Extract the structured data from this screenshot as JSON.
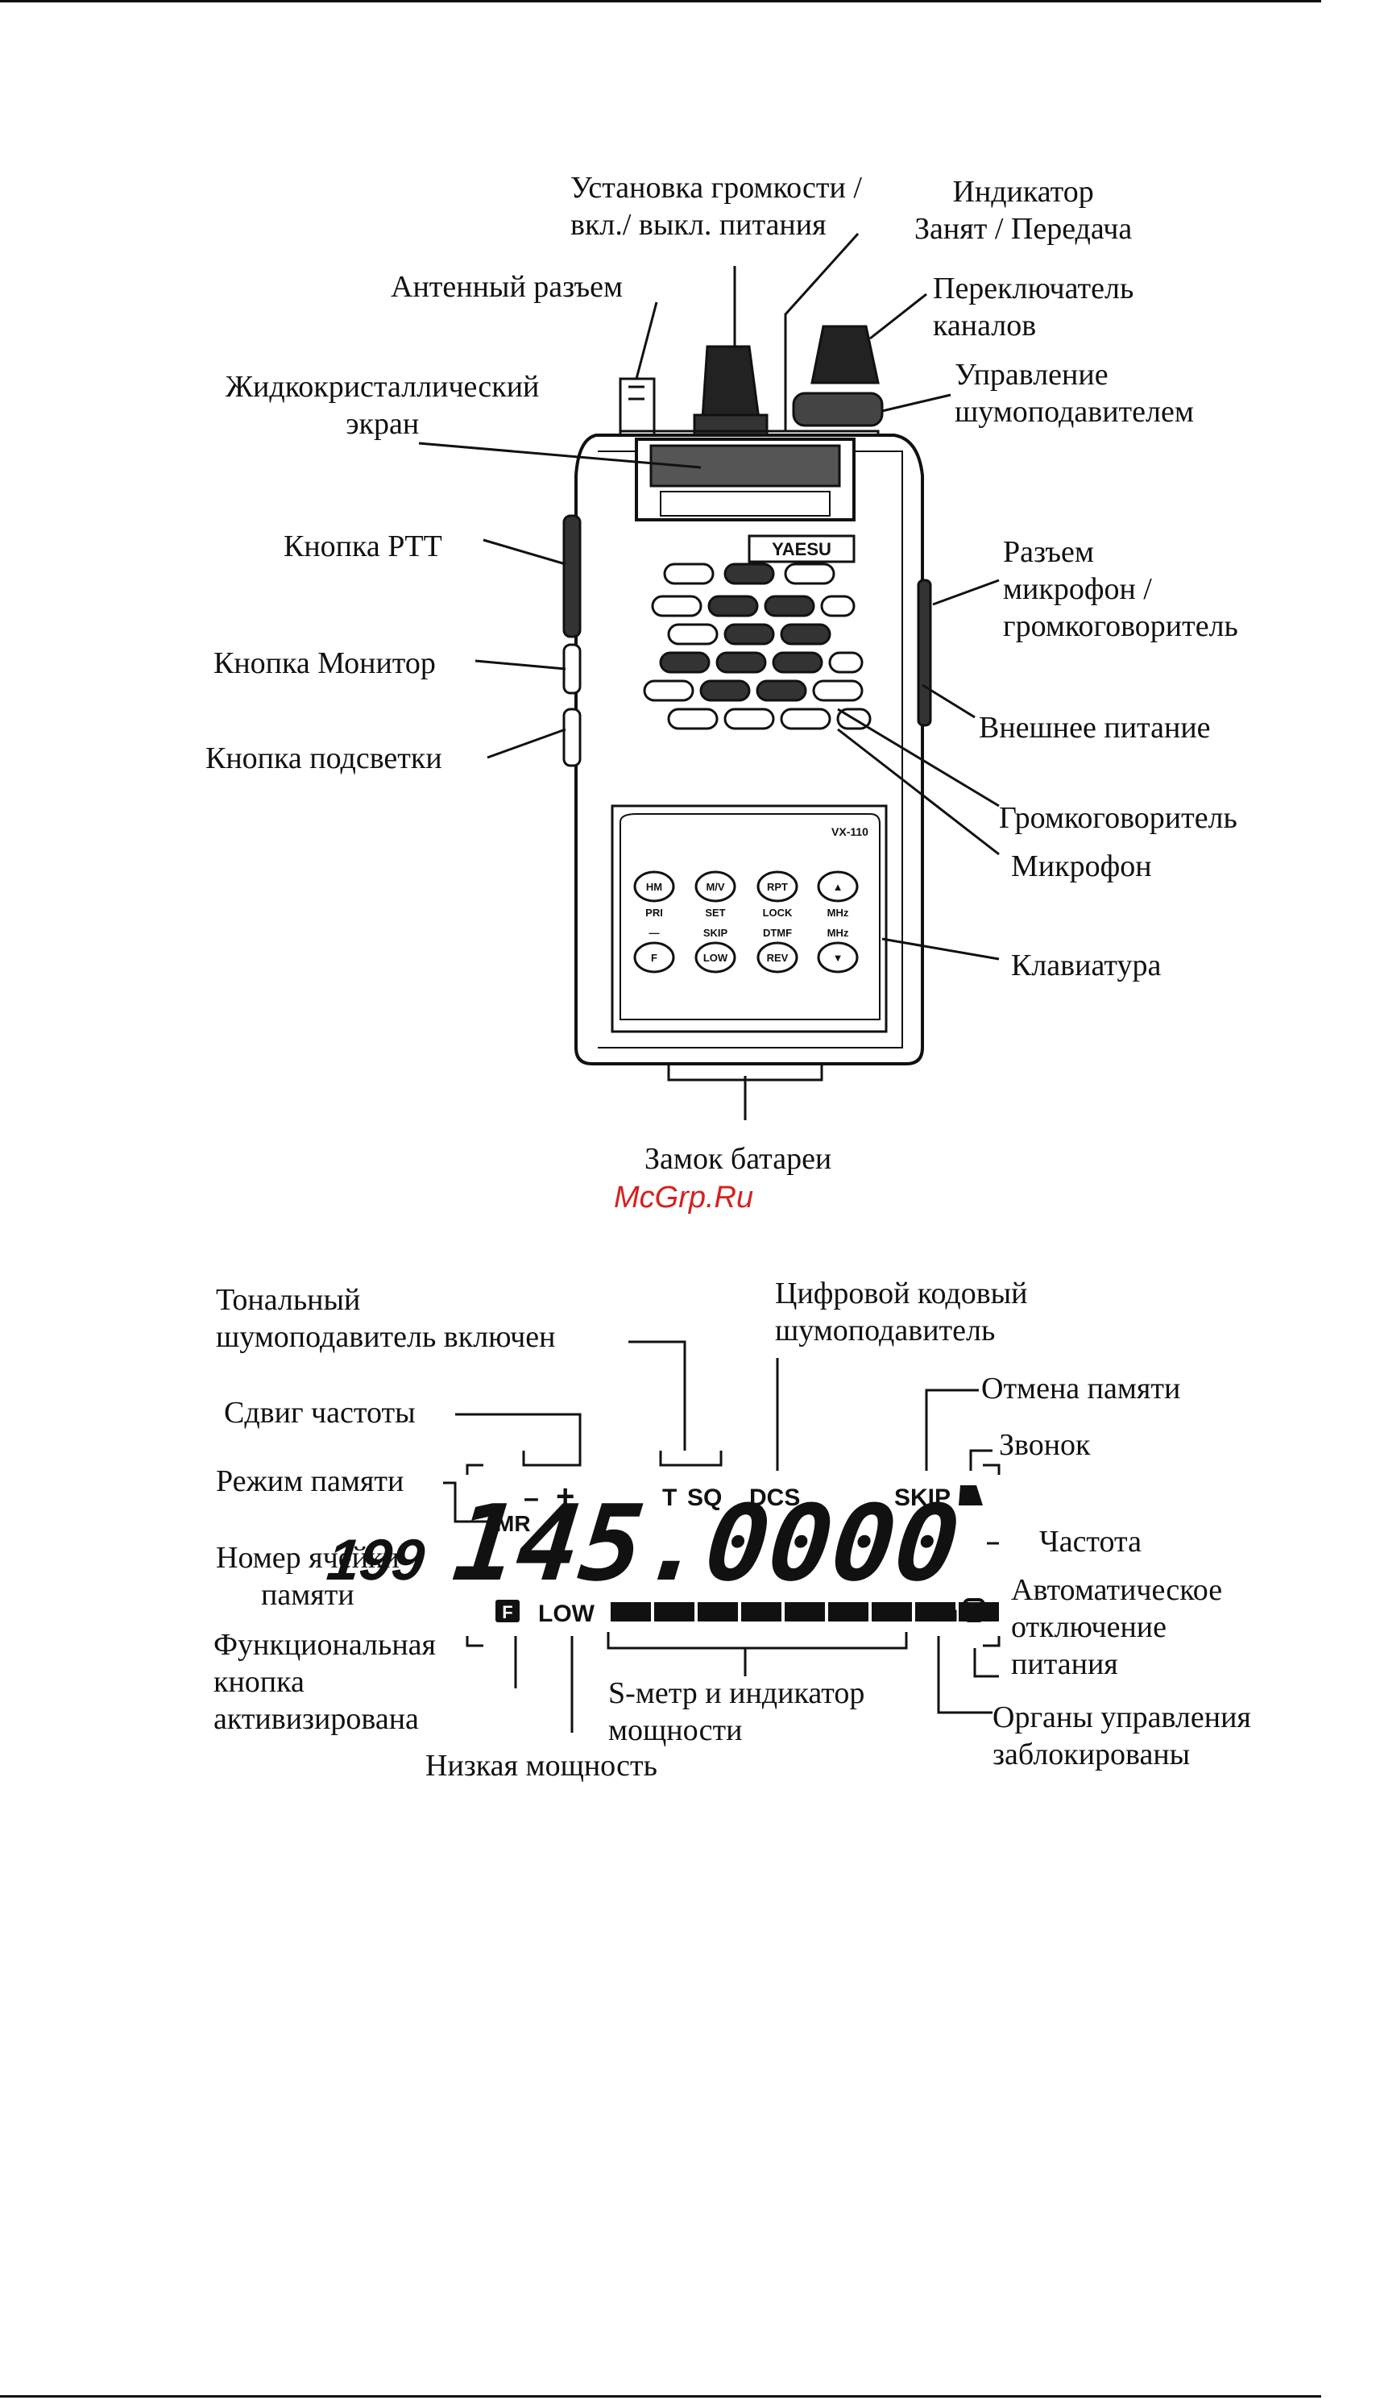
{
  "radio": {
    "brand": "YAESU",
    "model": "VX-110",
    "labels": {
      "volume": "Установка громкости /\nвкл./ выкл. питания",
      "busy": "Индикатор\nЗанят / Передача",
      "antenna": "Антенный разъем",
      "channel": "Переключатель\nканалов",
      "lcd": "Жидкокристаллический\nэкран",
      "squelch": "Управление\nшумоподавителем",
      "ptt": "Кнопка PTT",
      "mic_jack": "Разъем\nмикрофон /\nгромкоговоритель",
      "monitor": "Кнопка Монитор",
      "ext_power": "Внешнее питание",
      "light": "Кнопка подсветки",
      "speaker": "Громкоговоритель",
      "microphone": "Микрофон",
      "keypad": "Клавиатура",
      "battery_lock": "Замок батареи"
    },
    "keys": {
      "row1": [
        "HM",
        "M/V",
        "RPT",
        "▲"
      ],
      "row1_sub": [
        "PRI",
        "SET",
        "LOCK",
        "MHz"
      ],
      "row2_top": [
        "—",
        "SKIP",
        "DTMF",
        "MHz"
      ],
      "row2": [
        "F",
        "LOW",
        "REV",
        "▼"
      ]
    }
  },
  "watermark": "McGrp.Ru",
  "lcd": {
    "labels": {
      "tone": "Тональный\nшумоподавитель включен",
      "dcs": "Цифровой кодовый\nшумоподавитель",
      "shift": "Сдвиг частоты",
      "skip": "Отмена памяти",
      "bell": "Звонок",
      "memory_mode": "Режим памяти",
      "frequency": "Частота",
      "cell": "Номер ячейки\nпамяти",
      "apo": "Автоматическое\nотключение\nпитания",
      "function": "Функциональная\nкнопка\nактивизирована",
      "smeter": "S-метр и индикатор\nмощности",
      "locked": "Органы управления\nзаблокированы",
      "low_power": "Низкая мощность"
    },
    "display": {
      "minus": "–",
      "plus": "+",
      "t": "T",
      "sq": "SQ",
      "dcs": "DCS",
      "skip": "SKIP",
      "mr": "MR",
      "channel": "199",
      "frequency": "145.0000",
      "f": "F",
      "low": "LOW"
    },
    "smeter_segments": 9
  }
}
